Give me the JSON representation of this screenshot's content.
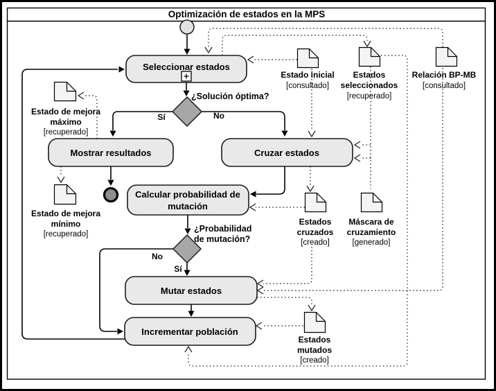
{
  "diagram": {
    "title": "Optimización de estados en la MPS",
    "tasks": {
      "seleccionar": "Seleccionar estados",
      "mostrar": "Mostrar resultados",
      "cruzar": "Cruzar estados",
      "calcular_l1": "Calcular probabilidad de",
      "calcular_l2": "mutación",
      "mutar": "Mutar estados",
      "incrementar": "Incrementar población"
    },
    "gateways": {
      "g1_label": "¿Solución óptima?",
      "g1_yes": "Sí",
      "g1_no": "No",
      "g2_l1": "¿Probabilidad",
      "g2_l2": "de mutación?",
      "g2_yes": "Sí",
      "g2_no": "No"
    },
    "data_objects": {
      "estado_inicial": {
        "l1": "Estado inicial",
        "state": "[consultado]"
      },
      "estados_seleccionados": {
        "l1": "Estados",
        "l2": "seleccionados",
        "state": "[recuperado]"
      },
      "relacion_bp_mb": {
        "l1": "Relación BP-MB",
        "state": "[consultado]"
      },
      "estado_mejora_maximo": {
        "l1": "Estado de mejora",
        "l2": "máximo",
        "state": "[recuperado]"
      },
      "estado_mejora_minimo": {
        "l1": "Estado de mejora",
        "l2": "mínimo",
        "state": "[recuperado]"
      },
      "estados_cruzados": {
        "l1": "Estados",
        "l2": "cruzados",
        "state": "[creado]"
      },
      "mascara_cruzamiento": {
        "l1": "Máscara de",
        "l2": "cruzamiento",
        "state": "[generado]"
      },
      "estados_mutados": {
        "l1": "Estados",
        "l2": "mutados",
        "state": "[creado]"
      }
    },
    "colors": {
      "task_fill": "#e9e9e9",
      "gateway_fill": "#a7a7a7",
      "start_fill": "#e2e2e2",
      "end_fill": "#8f8f8f",
      "doc_fill": "#f4f4f4",
      "marker_fill": "#ffffff"
    }
  }
}
